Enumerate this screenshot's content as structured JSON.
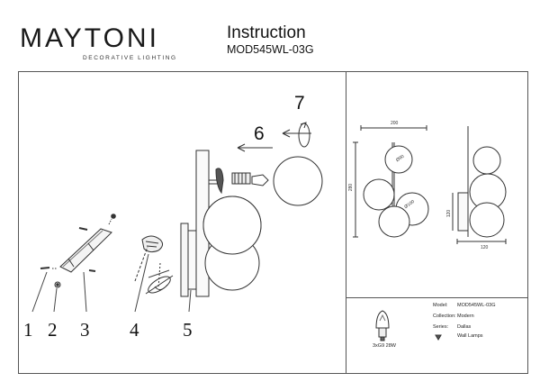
{
  "brand": {
    "name": "MAYTONI",
    "tagline": "DECORATIVE LIGHTING"
  },
  "document": {
    "title": "Instruction",
    "model_code": "MOD545WL-03G"
  },
  "parts": [
    "1",
    "2",
    "3",
    "4",
    "5"
  ],
  "steps": [
    "6",
    "7"
  ],
  "dimensions": {
    "width": "200",
    "height": "280",
    "depth": "120",
    "depth_side": "120",
    "globe_small": "Ø90",
    "globe_large": "Ø100"
  },
  "specs": {
    "model_label": "Model:",
    "model_value": "MOD545WL-03G",
    "collection_label": "Collection:",
    "collection_value": "Modern",
    "series_label": "Series:",
    "series_value": "Dallas",
    "type_value": "Wall Lamps",
    "bulb_info": "3xG9 28W"
  }
}
